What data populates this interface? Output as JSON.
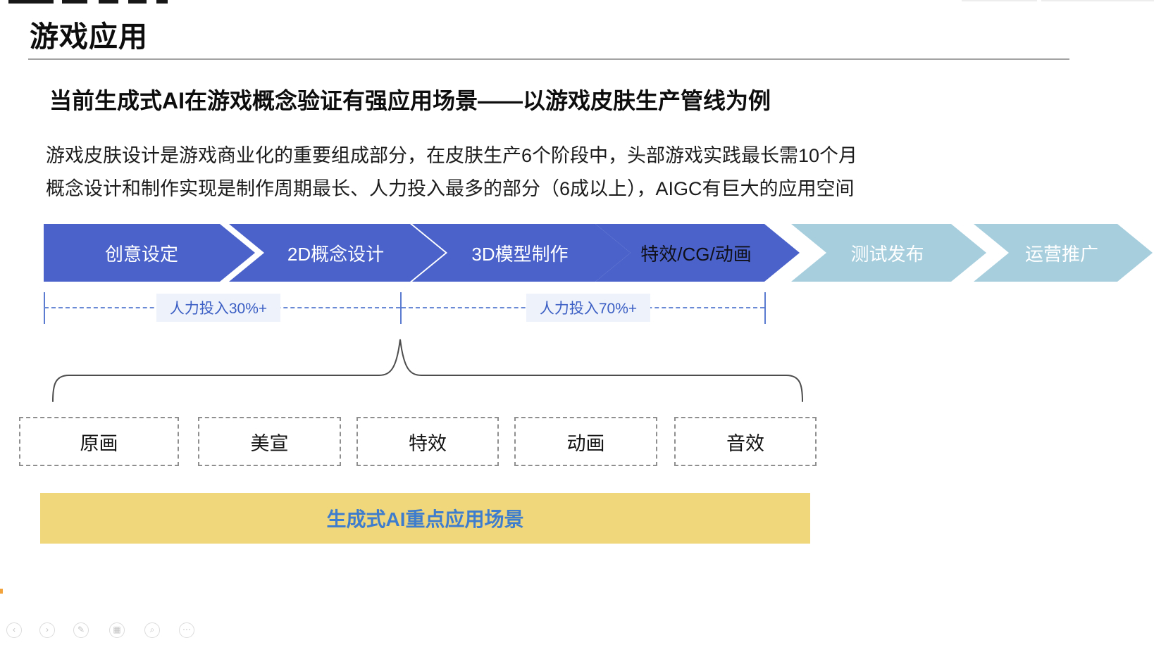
{
  "slide": {
    "title": "游戏应用",
    "heading": "当前生成式AI在游戏概念验证有强应用场景——以游戏皮肤生产管线为例",
    "body_line1": "游戏皮肤设计是游戏商业化的重要组成部分，在皮肤生产6个阶段中，头部游戏实践最长需10个月",
    "body_line2": "概念设计和制作实现是制作周期最长、人力投入最多的部分（6成以上），AIGC有巨大的应用空间"
  },
  "pipeline": {
    "stages": [
      {
        "label": "创意设定"
      },
      {
        "label": "2D概念设计"
      },
      {
        "label": "3D模型制作"
      },
      {
        "label": "特效/CG/动画"
      },
      {
        "label": "测试发布"
      },
      {
        "label": "运营推广"
      }
    ],
    "colors": {
      "main_stage": "#4a62ca",
      "later_stage": "#a6cedd"
    }
  },
  "effort_labels": {
    "concept": "人力投入30%+",
    "production": "人力投入70%+"
  },
  "asset_boxes": [
    {
      "label": "原画"
    },
    {
      "label": "美宣"
    },
    {
      "label": "特效"
    },
    {
      "label": "动画"
    },
    {
      "label": "音效"
    }
  ],
  "highlight_banner": {
    "label": "生成式AI重点应用场景",
    "bg_color": "#f0d77c",
    "text_color": "#3e7ccd"
  },
  "viewer_toolbar": {
    "icons": [
      {
        "name": "previous",
        "glyph": "‹"
      },
      {
        "name": "next",
        "glyph": "›"
      },
      {
        "name": "annotate",
        "glyph": "✎"
      },
      {
        "name": "thumbnails",
        "glyph": "▦"
      },
      {
        "name": "zoom",
        "glyph": "⌕"
      },
      {
        "name": "more",
        "glyph": "⋯"
      }
    ]
  }
}
